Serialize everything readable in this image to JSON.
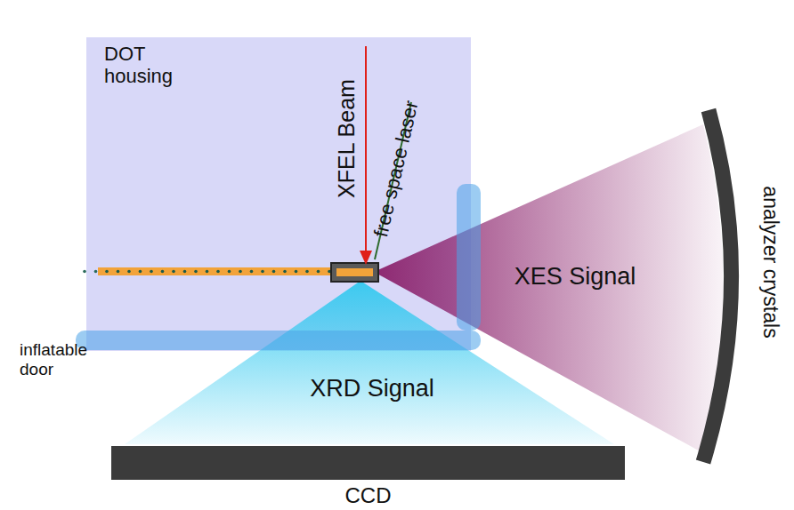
{
  "diagram": {
    "nodes": [
      {
        "text": [
          "DOT housing"
        ]
      },
      {
        "text": [
          "CCD"
        ]
      }
    ],
    "labels": [
      "XFEL Beam",
      "free space laser",
      "XES Signal",
      "XRD Signal",
      "inflatable door",
      "analyzer crystals"
    ]
  }
}
